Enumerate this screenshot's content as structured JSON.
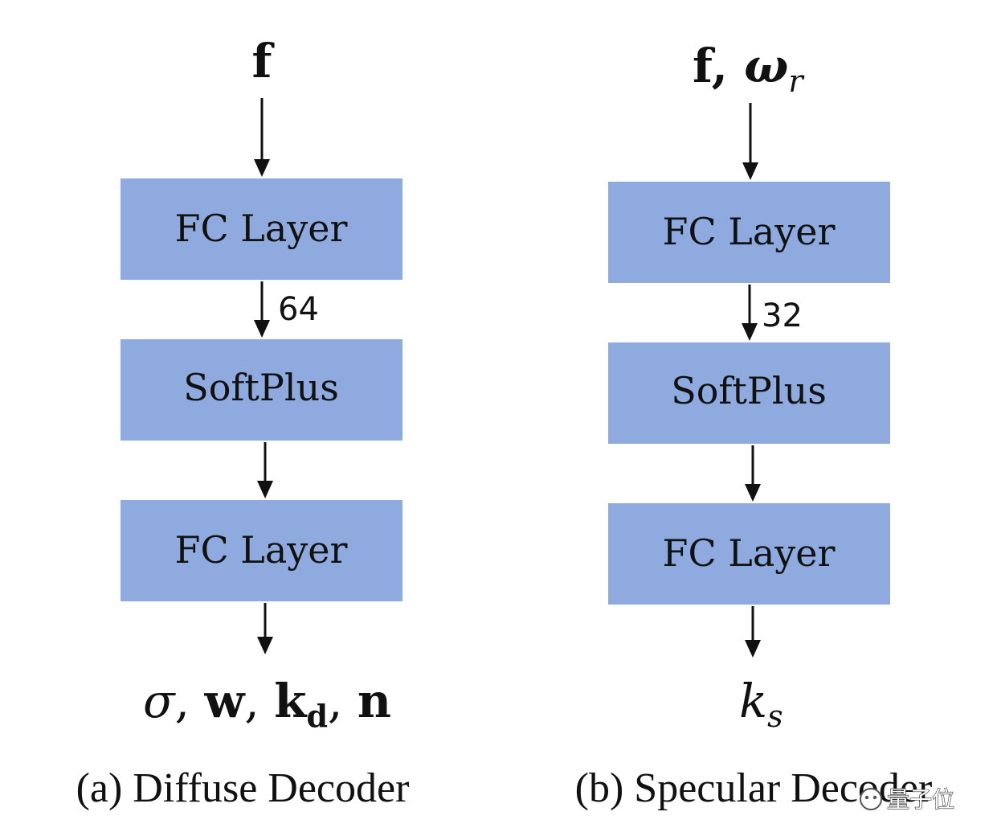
{
  "panels": [
    {
      "id": "diffuse",
      "input": {
        "f": "f"
      },
      "layers": [
        "FC Layer",
        "SoftPlus",
        "FC Layer"
      ],
      "hidden_dim": "64",
      "output": {
        "sigma": "σ",
        "w": "w",
        "k": "k",
        "d": "d",
        "n": "n"
      },
      "caption": "(a) Diffuse Decoder"
    },
    {
      "id": "specular",
      "input": {
        "f": "f",
        "omega": "ω",
        "r": "r"
      },
      "layers": [
        "FC Layer",
        "SoftPlus",
        "FC Layer"
      ],
      "hidden_dim": "32",
      "output": {
        "k": "k",
        "s": "s"
      },
      "caption": "(b) Specular Decoder"
    }
  ],
  "watermark": "量子位",
  "colors": {
    "layer_box": "#8eaadf",
    "ink": "#111111"
  }
}
